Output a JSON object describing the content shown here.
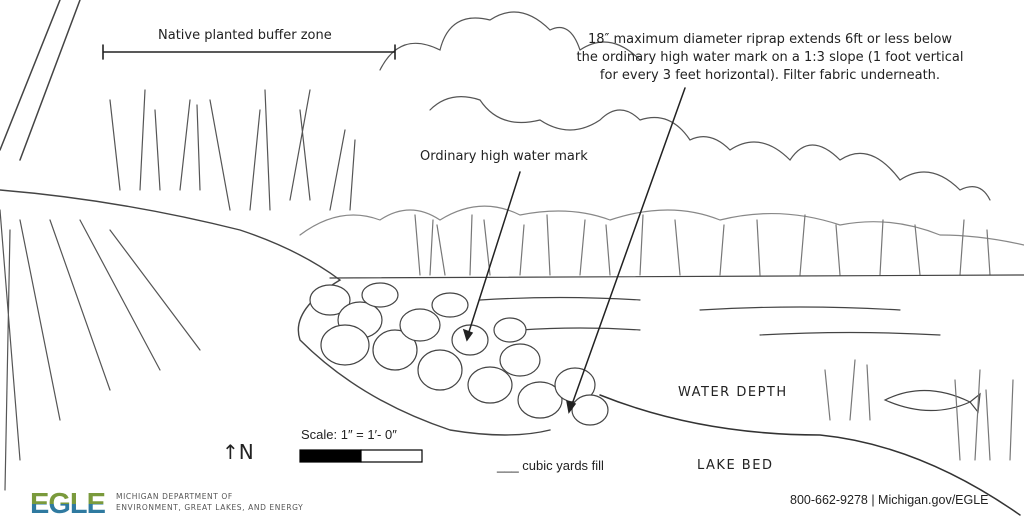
{
  "labels": {
    "buffer_zone": "Native planted buffer zone",
    "riprap_note": [
      "18″ maximum diameter riprap extends 6ft or less below",
      "the ordinary high water mark on a 1:3 slope (1 foot vertical",
      "for every 3 feet horizontal). Filter fabric underneath."
    ],
    "high_water_mark": "Ordinary high water mark",
    "water_depth": "WATER DEPTH",
    "lake_bed": "LAKE BED",
    "fill": "___ cubic yards fill",
    "scale": "Scale: 1″ = 1′- 0″",
    "north": "↑N"
  },
  "footer": {
    "logo": "EGLE",
    "dept_line1": "MICHIGAN DEPARTMENT OF",
    "dept_line2": "ENVIRONMENT, GREAT LAKES, AND ENERGY",
    "contact": "800-662-9278 | Michigan.gov/EGLE"
  },
  "colors": {
    "logo_green": "#7a9a3c",
    "logo_blue": "#2f7aa0",
    "ink": "#222222"
  }
}
